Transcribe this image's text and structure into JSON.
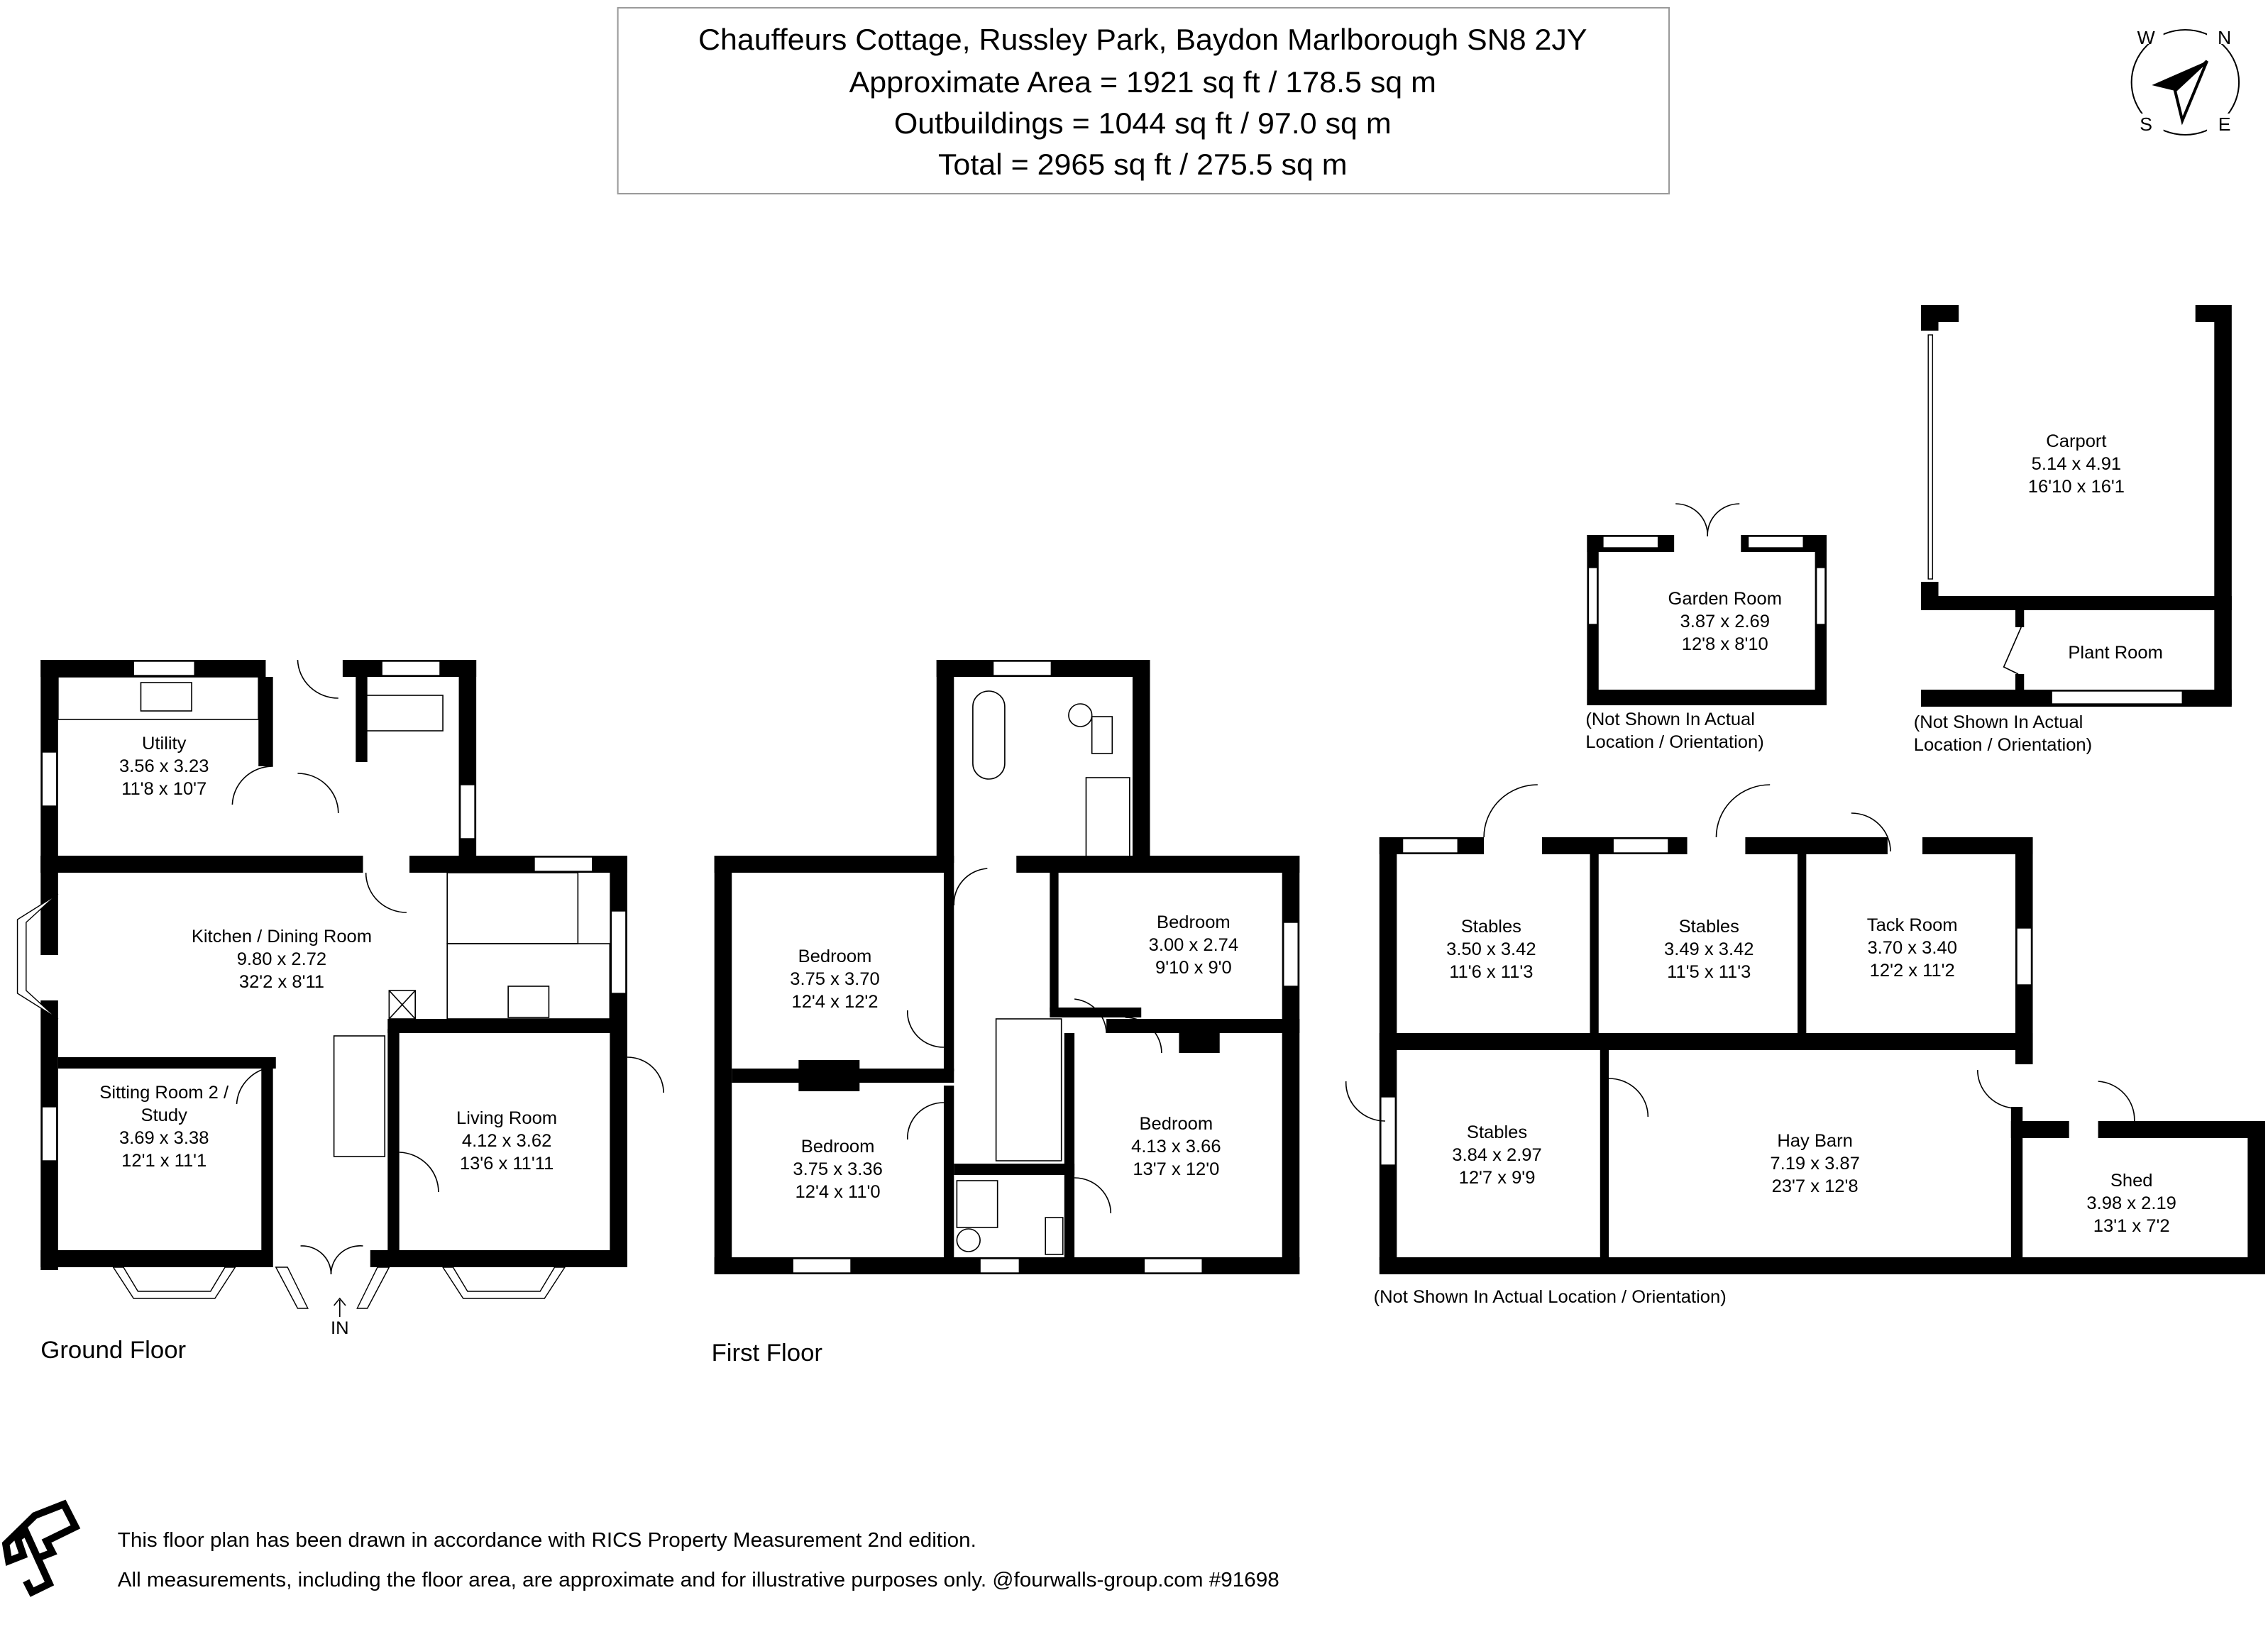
{
  "header": {
    "address": "Chauffeurs Cottage, Russley Park, Baydon Marlborough SN8 2JY",
    "approx_area": "Approximate Area = 1921 sq ft / 178.5 sq m",
    "outbuildings": "Outbuildings = 1044 sq ft / 97.0 sq m",
    "total": "Total = 2965 sq ft / 275.5 sq m"
  },
  "compass": {
    "n": "N",
    "e": "E",
    "s": "S",
    "w": "W",
    "icon": "compass-icon"
  },
  "ground_floor": {
    "label": "Ground Floor",
    "entrance": "IN",
    "rooms": [
      {
        "name": "Utility",
        "metric": "3.56 x 3.23",
        "imperial": "11'8 x 10'7"
      },
      {
        "name": "Kitchen / Dining Room",
        "metric": "9.80 x 2.72",
        "imperial": "32'2 x 8'11"
      },
      {
        "name": "Sitting Room 2 /",
        "name2": "Study",
        "metric": "3.69 x 3.38",
        "imperial": "12'1 x 11'1"
      },
      {
        "name": "Living Room",
        "metric": "4.12 x 3.62",
        "imperial": "13'6 x 11'11"
      }
    ]
  },
  "first_floor": {
    "label": "First Floor",
    "rooms": [
      {
        "name": "Bedroom",
        "metric": "3.75 x 3.70",
        "imperial": "12'4 x 12'2"
      },
      {
        "name": "Bedroom",
        "metric": "3.00 x 2.74",
        "imperial": "9'10 x 9'0"
      },
      {
        "name": "Bedroom",
        "metric": "3.75 x 3.36",
        "imperial": "12'4 x 11'0"
      },
      {
        "name": "Bedroom",
        "metric": "4.13 x 3.66",
        "imperial": "13'7 x 12'0"
      }
    ]
  },
  "outbuildings": {
    "garden_room": {
      "name": "Garden Room",
      "metric": "3.87 x 2.69",
      "imperial": "12'8 x 8'10",
      "note1": "(Not Shown In Actual",
      "note2": "Location / Orientation)"
    },
    "carport": {
      "name": "Carport",
      "metric": "5.14 x 4.91",
      "imperial": "16'10 x 16'1"
    },
    "plant_room": {
      "name": "Plant Room",
      "note1": "(Not Shown In Actual",
      "note2": "Location / Orientation)"
    },
    "stables_1": {
      "name": "Stables",
      "metric": "3.50 x 3.42",
      "imperial": "11'6 x 11'3"
    },
    "stables_2": {
      "name": "Stables",
      "metric": "3.49 x 3.42",
      "imperial": "11'5 x 11'3"
    },
    "tack_room": {
      "name": "Tack Room",
      "metric": "3.70 x 3.40",
      "imperial": "12'2 x 11'2"
    },
    "stables_3": {
      "name": "Stables",
      "metric": "3.84 x 2.97",
      "imperial": "12'7 x 9'9"
    },
    "hay_barn": {
      "name": "Hay Barn",
      "metric": "7.19 x 3.87",
      "imperial": "23'7 x 12'8"
    },
    "shed": {
      "name": "Shed",
      "metric": "3.98 x 2.19",
      "imperial": "13'1 x 7'2"
    },
    "stable_block_note": "(Not Shown In Actual Location / Orientation)"
  },
  "footer": {
    "logo": "fourwalls-logo-icon",
    "line1": "This floor plan has been drawn in accordance with RICS Property Measurement 2nd edition.",
    "line2": "All measurements, including the floor area, are approximate and for illustrative purposes only. @fourwalls-group.com #91698"
  },
  "colors": {
    "wall": "#000000",
    "background": "#ffffff",
    "title_border": "#9a9a9a"
  }
}
